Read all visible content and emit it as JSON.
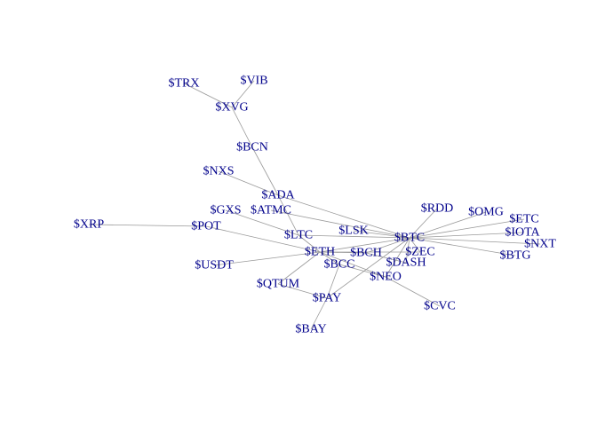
{
  "graph": {
    "nodes": [
      {
        "id": "XRP",
        "label": "$XRP"
      },
      {
        "id": "POT",
        "label": "$POT"
      },
      {
        "id": "USDT",
        "label": "$USDT"
      },
      {
        "id": "QTUM",
        "label": "$QTUM"
      },
      {
        "id": "PAY",
        "label": "$PAY"
      },
      {
        "id": "BAY",
        "label": "$BAY"
      },
      {
        "id": "ETH",
        "label": "$ETH"
      },
      {
        "id": "BCC",
        "label": "$BCC"
      },
      {
        "id": "BCH",
        "label": "$BCH"
      },
      {
        "id": "NEO",
        "label": "$NEO"
      },
      {
        "id": "CVC",
        "label": "$CVC"
      },
      {
        "id": "DASH",
        "label": "$DASH"
      },
      {
        "id": "ZEC",
        "label": "$ZEC"
      },
      {
        "id": "BTC",
        "label": "$BTC"
      },
      {
        "id": "LSK",
        "label": "$LSK"
      },
      {
        "id": "LTC",
        "label": "$LTC"
      },
      {
        "id": "GXS",
        "label": "$GXS"
      },
      {
        "id": "ATMC",
        "label": "$ATMC"
      },
      {
        "id": "ADA",
        "label": "$ADA"
      },
      {
        "id": "NXS",
        "label": "$NXS"
      },
      {
        "id": "BCN",
        "label": "$BCN"
      },
      {
        "id": "XVG",
        "label": "$XVG"
      },
      {
        "id": "TRX",
        "label": "$TRX"
      },
      {
        "id": "VIB",
        "label": "$VIB"
      },
      {
        "id": "RDD",
        "label": "$RDD"
      },
      {
        "id": "OMG",
        "label": "$OMG"
      },
      {
        "id": "ETC",
        "label": "$ETC"
      },
      {
        "id": "IOTA",
        "label": "$IOTA"
      },
      {
        "id": "NXT",
        "label": "$NXT"
      },
      {
        "id": "BTG",
        "label": "$BTG"
      }
    ],
    "edges": [
      [
        "XRP",
        "POT"
      ],
      [
        "POT",
        "ETH"
      ],
      [
        "USDT",
        "ETH"
      ],
      [
        "QTUM",
        "PAY"
      ],
      [
        "PAY",
        "BAY"
      ],
      [
        "PAY",
        "BCC"
      ],
      [
        "PAY",
        "BTC"
      ],
      [
        "ETH",
        "BCC"
      ],
      [
        "ETH",
        "BCH"
      ],
      [
        "ETH",
        "BTC"
      ],
      [
        "ETH",
        "LTC"
      ],
      [
        "ETH",
        "NEO"
      ],
      [
        "ETH",
        "QTUM"
      ],
      [
        "ETH",
        "ZEC"
      ],
      [
        "BCC",
        "NEO"
      ],
      [
        "BCH",
        "BTC"
      ],
      [
        "BCH",
        "DASH"
      ],
      [
        "NEO",
        "CVC"
      ],
      [
        "NEO",
        "BTC"
      ],
      [
        "DASH",
        "BTC"
      ],
      [
        "ZEC",
        "BTC"
      ],
      [
        "LSK",
        "BTC"
      ],
      [
        "LTC",
        "BTC"
      ],
      [
        "LTC",
        "GXS"
      ],
      [
        "LTC",
        "ADA"
      ],
      [
        "ATMC",
        "BTC"
      ],
      [
        "ADA",
        "BTC"
      ],
      [
        "ADA",
        "NXS"
      ],
      [
        "ADA",
        "BCN"
      ],
      [
        "BCN",
        "XVG"
      ],
      [
        "XVG",
        "TRX"
      ],
      [
        "XVG",
        "VIB"
      ],
      [
        "BTC",
        "RDD"
      ],
      [
        "BTC",
        "OMG"
      ],
      [
        "BTC",
        "ETC"
      ],
      [
        "BTC",
        "IOTA"
      ],
      [
        "BTC",
        "NXT"
      ],
      [
        "BTC",
        "BTG"
      ]
    ]
  }
}
